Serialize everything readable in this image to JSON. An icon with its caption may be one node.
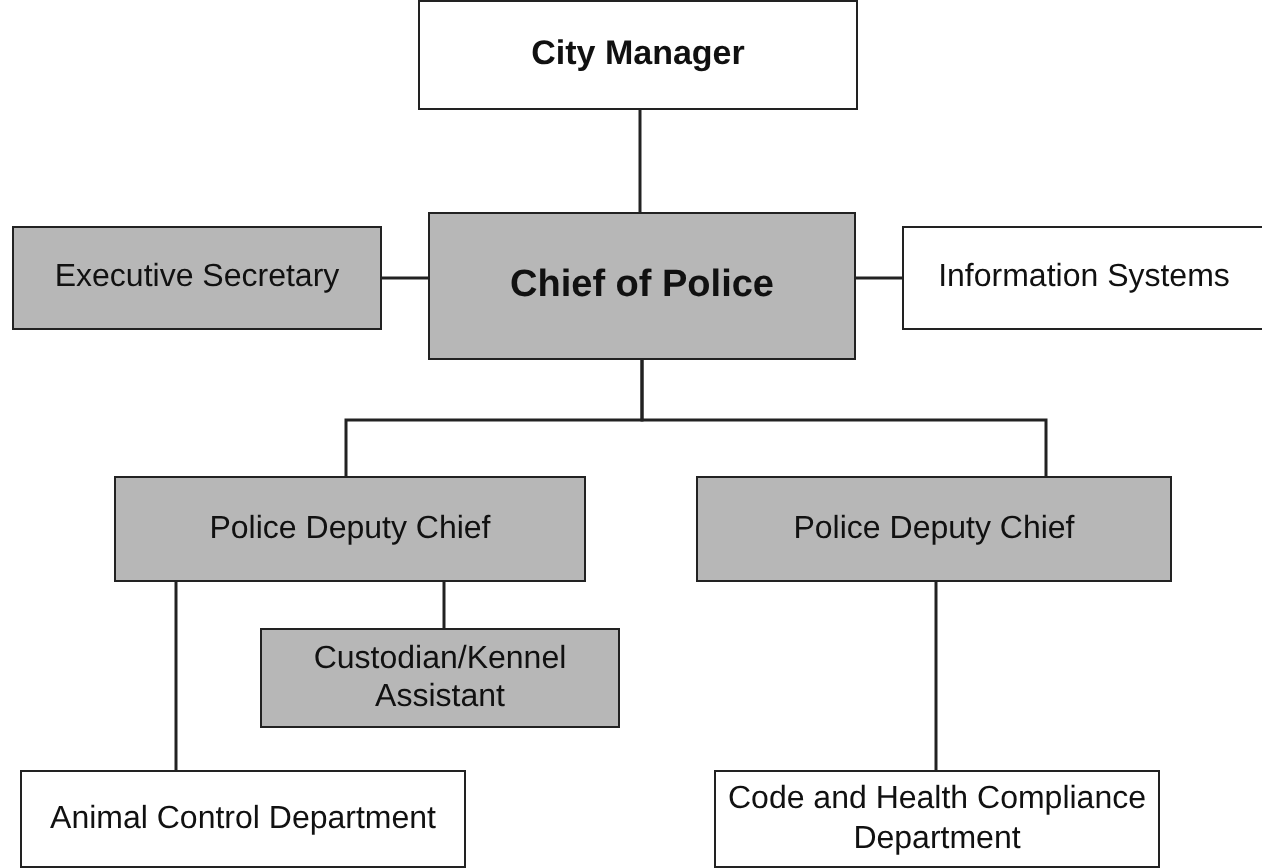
{
  "diagram": {
    "nodes": [
      {
        "text": [
          "City Manager"
        ]
      },
      {
        "text": [
          "Executive Secretary"
        ]
      },
      {
        "text": [
          "Chief of Police"
        ]
      },
      {
        "text": [
          "Information Systems"
        ]
      },
      {
        "text": [
          "Police Deputy Chief"
        ]
      },
      {
        "text": [
          "Police Deputy Chief"
        ]
      },
      {
        "text": [
          "Custodian/Kennel Assistant"
        ]
      },
      {
        "text": [
          "Animal Control Department"
        ]
      },
      {
        "text": [
          "Code and Health Compliance Department"
        ]
      }
    ],
    "edges": [
      {
        "from": 0,
        "to": 2,
        "arrow": "none"
      },
      {
        "from": 1,
        "to": 2,
        "arrow": "none"
      },
      {
        "from": 2,
        "to": 3,
        "arrow": "none"
      },
      {
        "from": 2,
        "to": 4,
        "arrow": "none"
      },
      {
        "from": 2,
        "to": 5,
        "arrow": "none"
      },
      {
        "from": 4,
        "to": 6,
        "arrow": "none"
      },
      {
        "from": 4,
        "to": 7,
        "arrow": "none"
      },
      {
        "from": 5,
        "to": 8,
        "arrow": "none"
      }
    ]
  }
}
